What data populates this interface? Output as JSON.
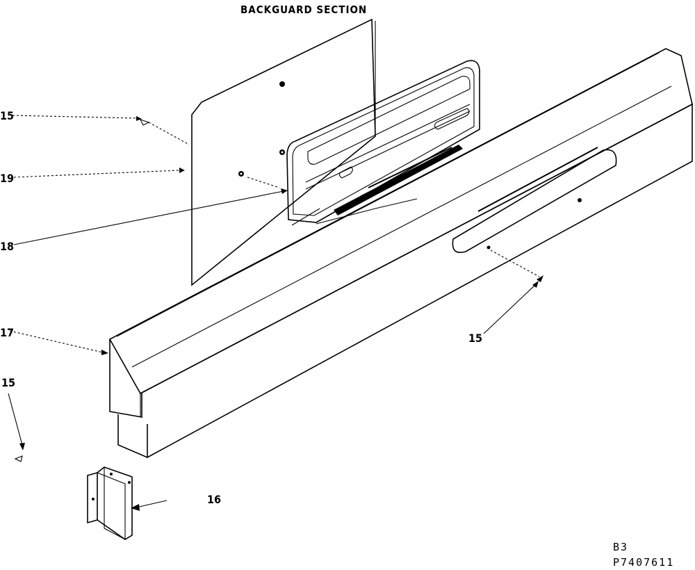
{
  "title": "BACKGUARD SECTION",
  "callouts": {
    "c15_top": "15",
    "c19": "19",
    "c18": "18",
    "c17": "17",
    "c15_left": "15",
    "c15_right": "15",
    "c16": "16"
  },
  "footer": {
    "line1": "B3",
    "line2": "P7407611"
  }
}
